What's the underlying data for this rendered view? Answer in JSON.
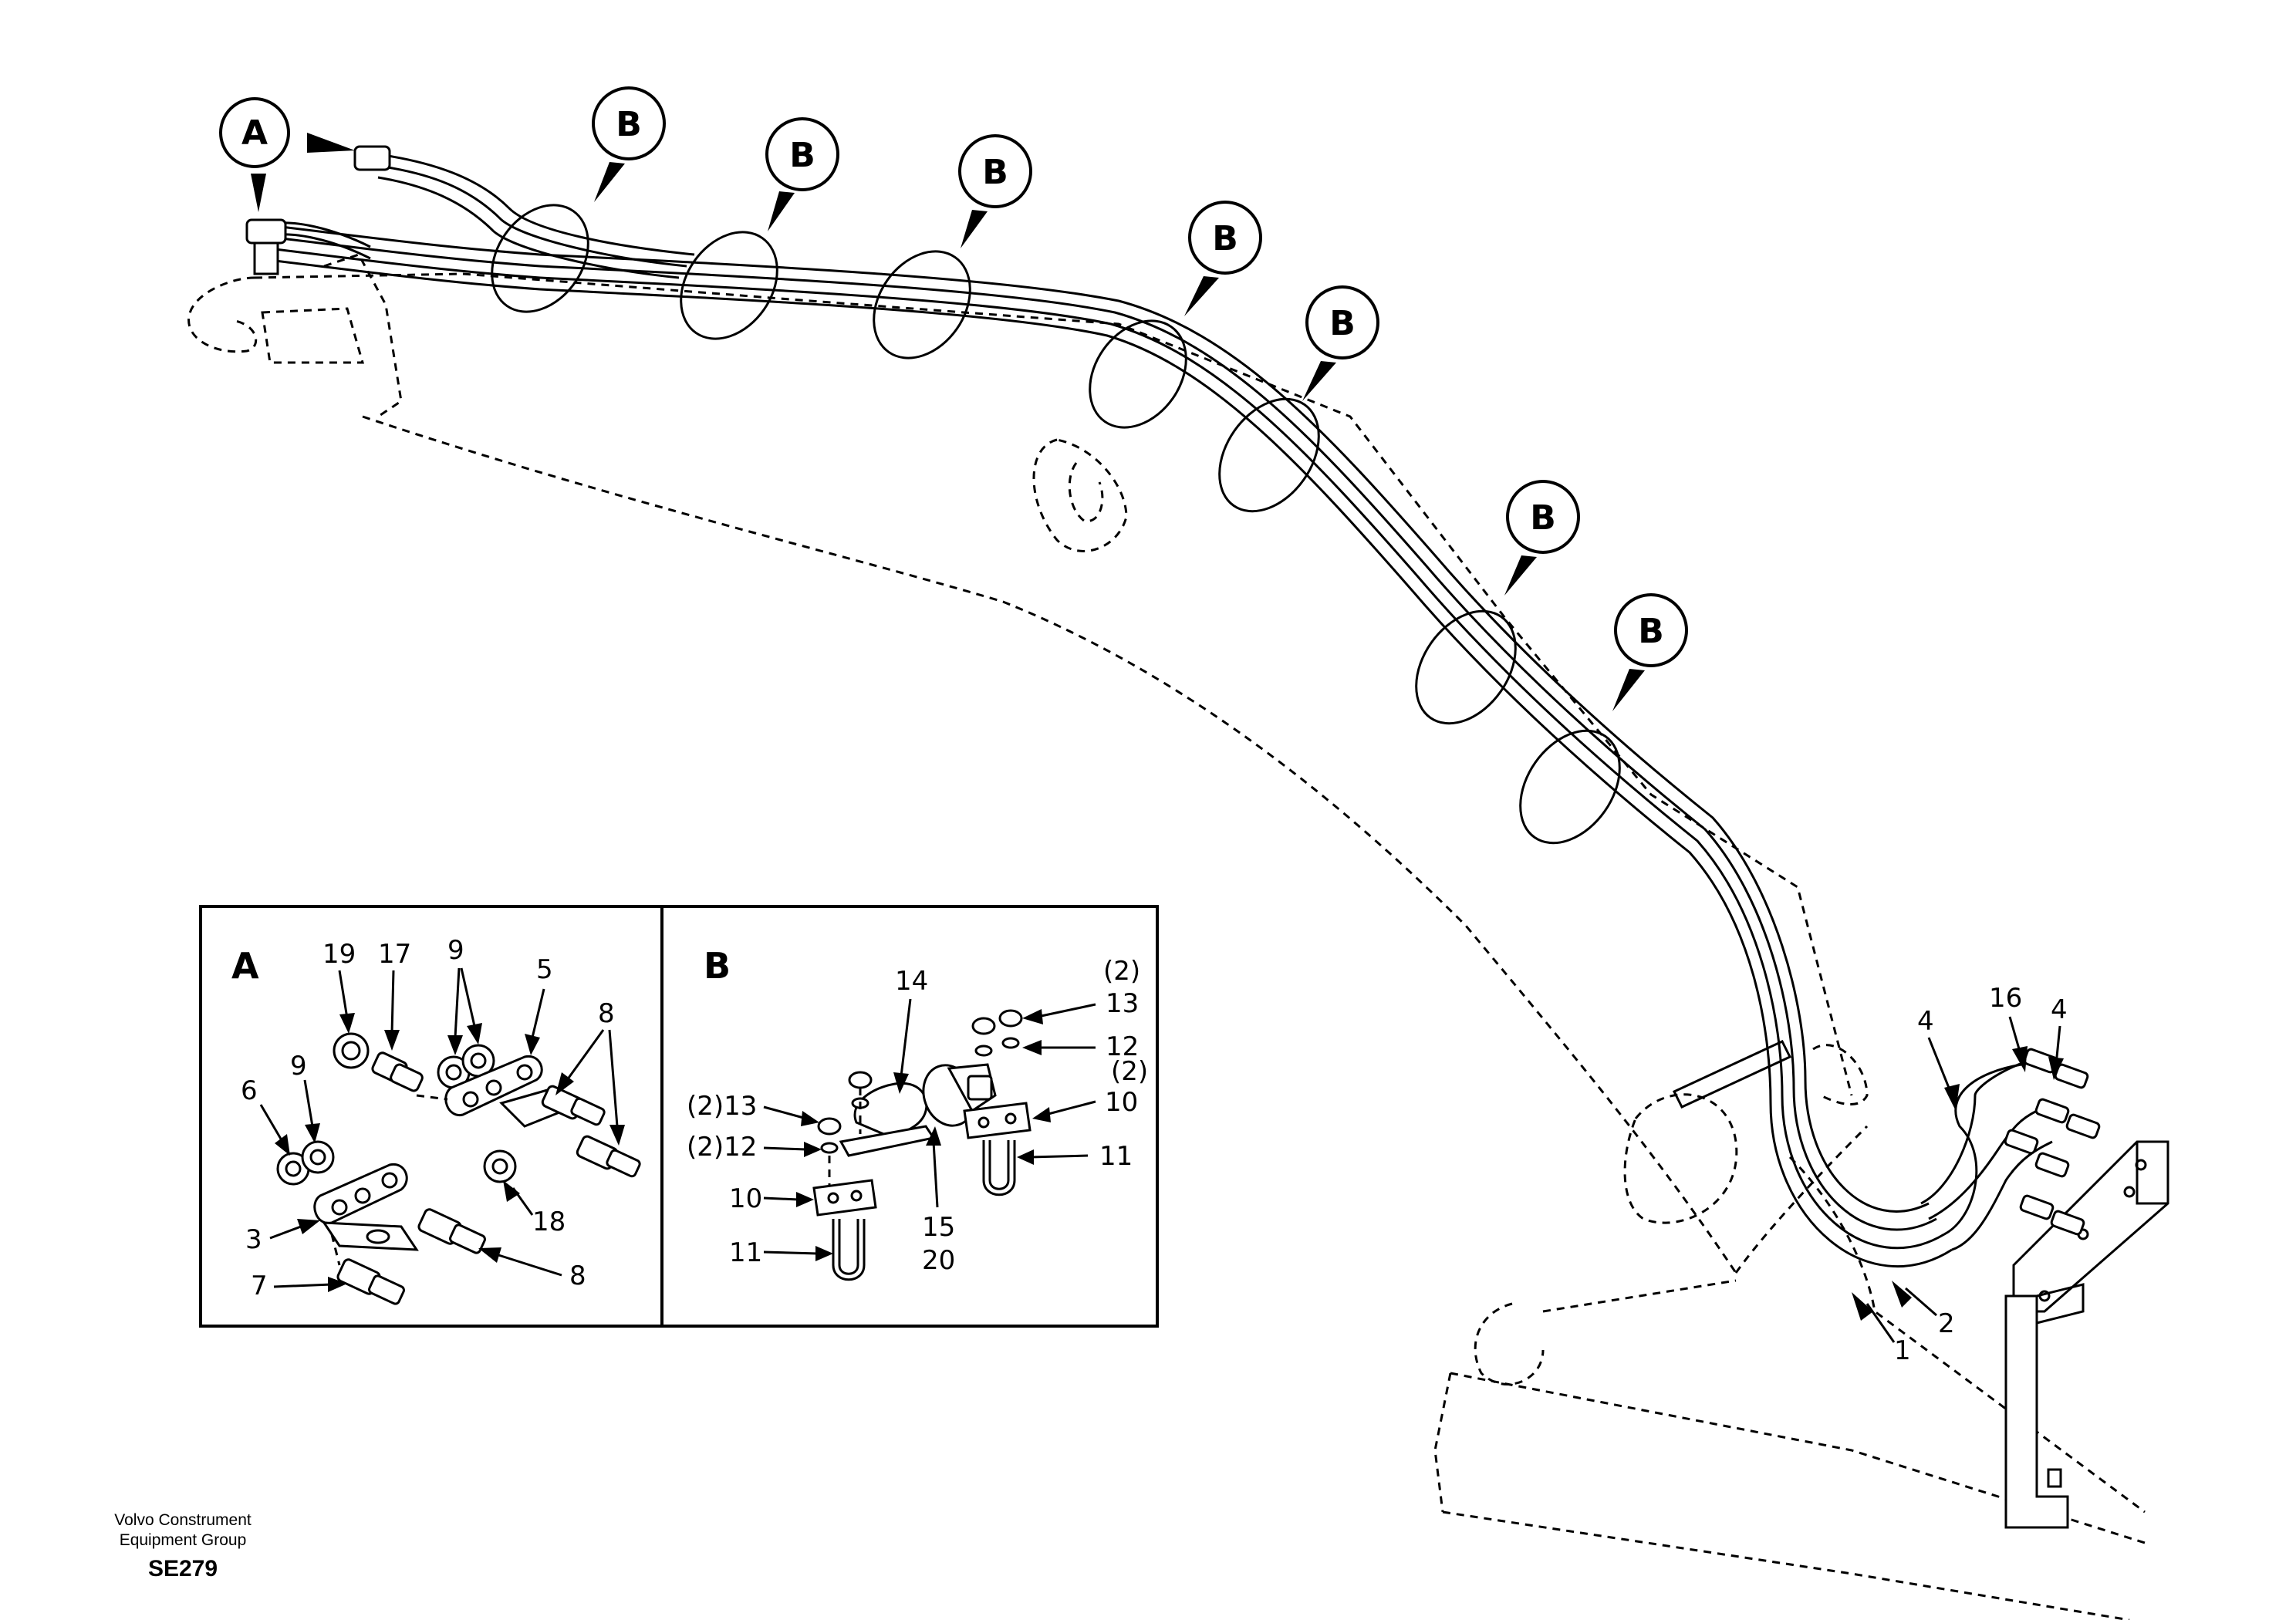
{
  "callouts": {
    "a": "A",
    "b": "B"
  },
  "inset_a": {
    "title": "A",
    "labels": [
      "19",
      "17",
      "9",
      "5",
      "8",
      "6",
      "9",
      "3",
      "18",
      "8",
      "7"
    ]
  },
  "inset_b": {
    "title": "B",
    "labels": [
      "14",
      "(2)",
      "13",
      "12",
      "(2)",
      "10",
      "11",
      "(2)13",
      "(2)12",
      "10",
      "11",
      "15",
      "20"
    ]
  },
  "main_labels": [
    "4",
    "16",
    "4",
    "1",
    "2"
  ],
  "footer": {
    "company_line1": "Volvo Construment",
    "company_line2": "Equipment Group",
    "code": "SE279"
  }
}
